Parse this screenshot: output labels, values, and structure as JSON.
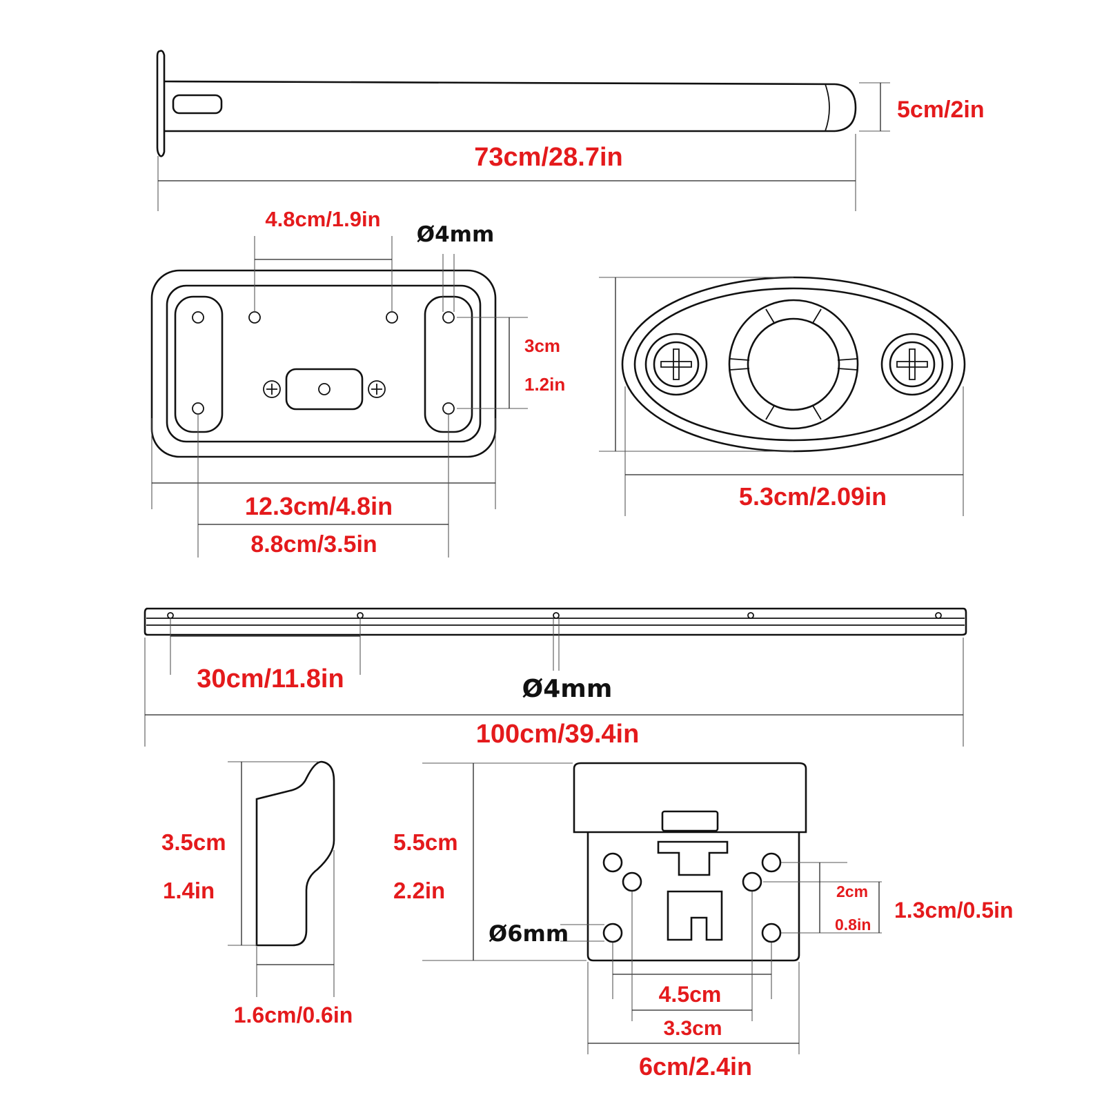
{
  "colors": {
    "accent": "#e41a1c",
    "line": "#111111"
  },
  "tube": {
    "diameter_label": "5cm/2in",
    "length_label": "73cm/28.7in"
  },
  "base_plate": {
    "hole_spacing_label": "4.8cm/1.9in",
    "hole_diameter_symbol": "Ø4mm",
    "vertical_spacing_cm": "3cm",
    "vertical_spacing_in": "1.2in",
    "overall_width_label": "12.3cm/4.8in",
    "slot_spacing_label": "8.8cm/3.5in"
  },
  "oval_mount": {
    "width_label": "5.3cm/2.09in"
  },
  "rail": {
    "hole_spacing_label": "30cm/11.8in",
    "hole_diameter_symbol": "Ø4mm",
    "length_label": "100cm/39.4in"
  },
  "end_cap": {
    "height_cm": "3.5cm",
    "height_in": "1.4in",
    "depth_label": "1.6cm/0.6in"
  },
  "bracket": {
    "height_cm": "5.5cm",
    "height_in": "2.2in",
    "hole_diameter_symbol": "Ø6mm",
    "hole_pitch_cm": "2cm",
    "hole_pitch_in": "0.8in",
    "hole_offset_label": "1.3cm/0.5in",
    "outer_hole_spacing": "4.5cm",
    "inner_hole_spacing": "3.3cm",
    "width_label": "6cm/2.4in"
  }
}
